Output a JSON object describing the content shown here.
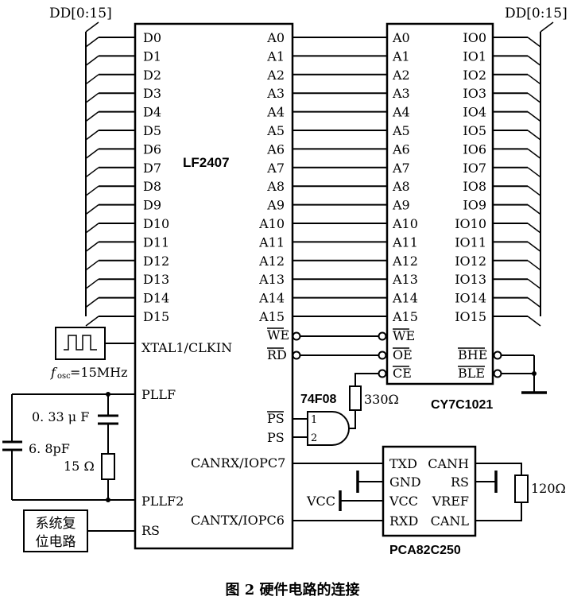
{
  "bus_label": "DD[0:15]",
  "lf2407": {
    "name": "LF2407",
    "d_pins": [
      "D0",
      "D1",
      "D2",
      "D3",
      "D4",
      "D5",
      "D6",
      "D7",
      "D8",
      "D9",
      "D10",
      "D11",
      "D12",
      "D13",
      "D14",
      "D15"
    ],
    "a_pins": [
      "A0",
      "A1",
      "A2",
      "A3",
      "A4",
      "A5",
      "A6",
      "A7",
      "A8",
      "A9",
      "A10",
      "A11",
      "A12",
      "A13",
      "A14",
      "A15"
    ],
    "we": "WE",
    "rd": "RD",
    "xtal": "XTAL1/CLKIN",
    "pllf": "PLLF",
    "pllf2": "PLLF2",
    "rs": "RS",
    "ps_bar": "PS",
    "ps": "PS",
    "canrx": "CANRX/IOPC7",
    "cantx": "CANTX/IOPC6"
  },
  "cy7c1021": {
    "name": "CY7C1021",
    "a_pins": [
      "A0",
      "A1",
      "A2",
      "A3",
      "A4",
      "A5",
      "A6",
      "A7",
      "A8",
      "A9",
      "A10",
      "A11",
      "A12",
      "A13",
      "A14",
      "A15"
    ],
    "io_pins": [
      "IO0",
      "IO1",
      "IO2",
      "IO3",
      "IO4",
      "IO5",
      "IO6",
      "IO7",
      "IO8",
      "IO9",
      "IO10",
      "IO11",
      "IO12",
      "IO13",
      "IO14",
      "IO15"
    ],
    "we": "WE",
    "oe": "OE",
    "ce": "CE",
    "bhe": "BHE",
    "ble": "BLE"
  },
  "gate": {
    "name": "74F08",
    "in1": "1",
    "in2": "2"
  },
  "resistor_330": "330Ω",
  "oscillator": {
    "freq": "=15MHz",
    "f": "f",
    "sub": "osc"
  },
  "caps": {
    "c1": "0. 33 μ F",
    "c2": "6. 8pF",
    "r15": "15 Ω"
  },
  "reset_box": {
    "line1": "系统复",
    "line2": "位电路"
  },
  "pca": {
    "name": "PCA82C250",
    "left": [
      "TXD",
      "GND",
      "VCC",
      "RXD"
    ],
    "right": [
      "CANH",
      "RS",
      "VREF",
      "CANL"
    ]
  },
  "vcc_label": "VCC",
  "resistor_120": "120Ω",
  "caption": "图 2  硬件电路的连接"
}
